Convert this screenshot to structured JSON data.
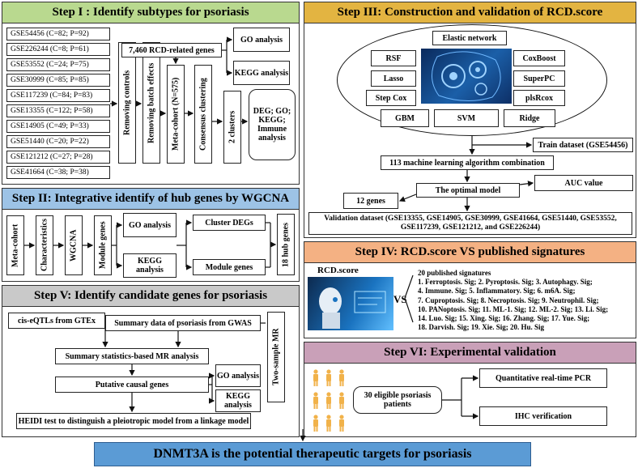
{
  "step1": {
    "title": "Step I : Identify subtypes for psoriasis",
    "datasets": [
      "GSE54456 (C=82; P=92)",
      "GSE226244 (C=8; P=61)",
      "GSE53552 (C=24; P=75)",
      "GSE30999 (C=85; P=85)",
      "GSE117239 (C=84; P=83)",
      "GSE13355 (C=122; P=58)",
      "GSE14905 (C=49; P=33)",
      "GSE51440 (C=20; P=22)",
      "GSE121212 (C=27; P=28)",
      "GSE41664 (C=38; P=38)"
    ],
    "removing_controls": "Removing controls",
    "removing_batch": "Removing batch effects",
    "meta_cohort": "Meta-cohort (N=575)",
    "rcd_genes": "7,460 RCD-related genes",
    "consensus": "Consensus clustering",
    "clusters": "2 clusters",
    "go": "GO analysis",
    "kegg": "KEGG analysis",
    "deg": "DEG; GO; KEGG; Immune analysis"
  },
  "step2": {
    "title": "Step II: Integrative identify of hub genes by WGCNA",
    "meta_cohort": "Meta-cohort",
    "characteristics": "Characteristics",
    "wgcna": "WGCNA",
    "module_genes_v": "Module genes",
    "go": "GO analysis",
    "kegg": "KEGG analysis",
    "cluster_degs": "Cluster DEGs",
    "module_genes": "Module genes",
    "hub": "18 hub genes"
  },
  "step3": {
    "title": "Step III: Construction and validation of RCD.score",
    "algorithms": {
      "elastic": "Elastic network",
      "rsf": "RSF",
      "lasso": "Lasso",
      "stepcox": "Step Cox",
      "gbm": "GBM",
      "svm": "SVM",
      "ridge": "Ridge",
      "coxboost": "CoxBoost",
      "superpc": "SuperPC",
      "plsrcox": "plsRcox"
    },
    "train": "Train dataset (GSE54456)",
    "combo": "113 machine learning algorithm combination",
    "optimal": "The optimal model",
    "auc": "AUC value",
    "genes12": "12 genes",
    "validation_line1": "Validation dataset (GSE13355, GSE14905, GSE30999, GSE41664, GSE51440, GSE53552,",
    "validation_line2": "GSE117239, GSE121212, and GSE226244)"
  },
  "step4": {
    "title": "Step IV: RCD.score VS published signatures",
    "rcdscore": "RCD.score",
    "vs": "VS",
    "sig_lines": [
      "20 published signatures",
      "1. Ferroptosis. Sig; 2. Pyroptosis. Sig; 3. Autophagy. Sig;",
      "4. Immune. Sig; 5. Inflammatory. Sig; 6. m6A. Sig;",
      "7. Cuproptosis. Sig; 8. Necroptosis. Sig; 9. Neutrophil. Sig;",
      "10. PANoptosis. Sig; 11. ML-1. Sig; 12. ML-2. Sig; 13. Li. Sig;",
      "14. Luo. Sig; 15. Xing. Sig; 16. Zhang. Sig; 17. Yue. Sig;",
      "18. Darvish. Sig; 19. Xie. Sig; 20. Hu. Sig"
    ]
  },
  "step5": {
    "title": "Step V: Identify candidate genes for psoriasis",
    "eqtl": "cis-eQTLs from GTEx",
    "gwas": "Summary data of psoriasis from GWAS",
    "mr": "Summary statistics-based MR analysis",
    "twosample": "Two-sample MR",
    "putative": "Putative causal genes",
    "go": "GO analysis",
    "kegg": "KEGG analysis",
    "heidi": "HEIDI test to distinguish a pleiotropic model from a linkage model"
  },
  "step6": {
    "title": "Step VI: Experimental validation",
    "patients": "30 eligible psoriasis patients",
    "qpcr": "Quantitative real-time PCR",
    "ihc": "IHC verification"
  },
  "conclusion": "DNMT3A is the potential therapeutic targets for psoriasis",
  "colors": {
    "step1_header": "#b9d98f",
    "step2_header": "#9dc3e6",
    "step3_header": "#e3b441",
    "step4_header": "#f4b183",
    "step5_header": "#c9c9c9",
    "step6_header": "#c9a0b8",
    "conclusion_bg": "#5b9bd5"
  }
}
